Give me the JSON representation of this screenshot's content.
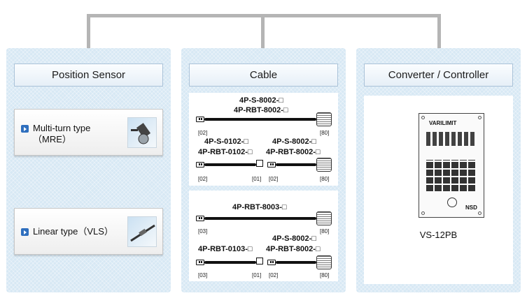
{
  "sensor": {
    "title": "Position Sensor",
    "items": [
      {
        "label_line1": "Multi-turn type",
        "label_line2": "（MRE）"
      },
      {
        "label_line1": "Linear type（VLS）",
        "label_line2": ""
      }
    ]
  },
  "cable": {
    "title": "Cable",
    "group1": {
      "c1_pn_a": "4P-S-8002-□",
      "c1_pn_b": "4P-RBT-8002-□",
      "c1_tag_left": "[02]",
      "c1_tag_right": "[80]",
      "c2_pn_left_a": "4P-S-0102-□",
      "c2_pn_left_b": "4P-RBT-0102-□",
      "c2_pn_right_a": "4P-S-8002-□",
      "c2_pn_right_b": "4P-RBT-8002-□",
      "c2_tag_1": "[02]",
      "c2_tag_2": "[01]",
      "c2_tag_3": "[02]",
      "c2_tag_4": "[80]"
    },
    "group2": {
      "c1_pn": "4P-RBT-8003-□",
      "c1_tag_left": "[03]",
      "c1_tag_right": "[80]",
      "c2_pn_left": "4P-RBT-0103-□",
      "c2_pn_right_a": "4P-S-8002-□",
      "c2_pn_right_b": "4P-RBT-8002-□",
      "c2_tag_1": "[03]",
      "c2_tag_2": "[01]",
      "c2_tag_3": "[02]",
      "c2_tag_4": "[80]"
    }
  },
  "converter": {
    "title": "Converter / Controller",
    "device_brand": "VARILIMIT",
    "device_logo": "NSD",
    "model": "VS-12PB"
  },
  "colors": {
    "panel": "#d7e8f4",
    "connector_line": "#b5b5b5",
    "arrow_icon": "#2f6fbe"
  }
}
